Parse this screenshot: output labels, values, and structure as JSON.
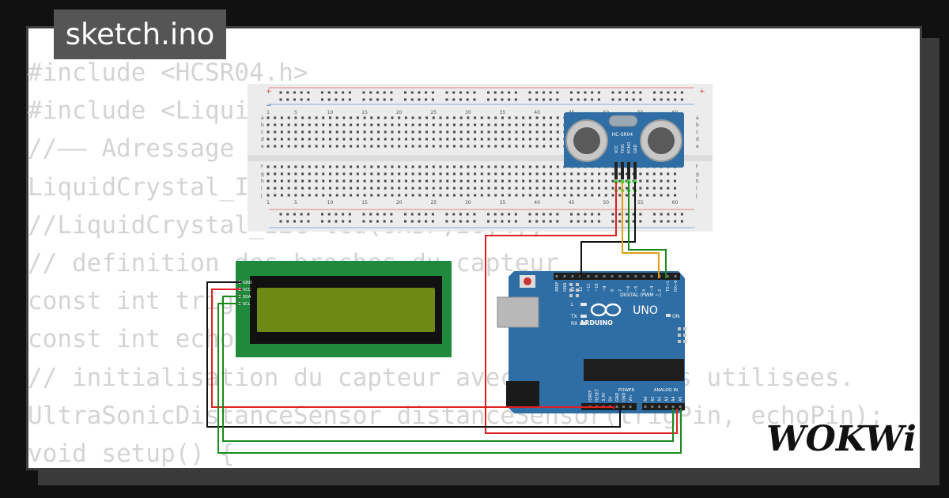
{
  "file_tab": {
    "title": "sketch.ino"
  },
  "code_lines": [
    "#include <HCSR04.h>",
    "#include <LiquidCrystal_I2C.h>",
    "//—— Adressage matériel ——",
    "LiquidCrystal_I2C lcd(0x27,16,2);",
    "//LiquidCrystal_I2C lcd(0x3F,20,4);",
    "// definition des broches du capteur",
    "const int trigPin = 2;",
    "const int echoPin = 3;",
    "// initialisation du capteur avec les broches utilisees.",
    "UltraSonicDistanceSensor distanceSensor(trigPin, echoPin);",
    "void setup() {"
  ],
  "breadboard": {
    "column_numbers": [
      "1",
      "5",
      "10",
      "15",
      "20",
      "25",
      "30",
      "35",
      "40",
      "45",
      "50",
      "55",
      "60"
    ],
    "row_letters_top": [
      "a",
      "b",
      "c",
      "d",
      "e"
    ],
    "row_letters_bottom": [
      "f",
      "g",
      "h",
      "i",
      "j"
    ],
    "rail_plus": "+",
    "rail_minus": "−"
  },
  "sensor": {
    "label": "HC-SR04",
    "pins": [
      "VCC",
      "TRIG",
      "ECHO",
      "GND"
    ]
  },
  "lcd": {
    "pins": [
      "GND",
      "VCC",
      "SDA",
      "SCL"
    ],
    "screen_color": "#6f8a14"
  },
  "arduino": {
    "brand": "ARDUINO",
    "model": "UNO",
    "digital_label": "DIGITAL (PWM ~)",
    "analog_label": "ANALOG IN",
    "power_label": "POWER",
    "on_label": "ON",
    "led_labels": [
      "L",
      "TX",
      "RX"
    ],
    "digital_pins": [
      "AREF",
      "GND",
      "13",
      "12",
      "~11",
      "~10",
      "~9",
      "8",
      "7",
      "~6",
      "~5",
      "4",
      "~3",
      "2",
      "TX→1",
      "RX←0"
    ],
    "power_pins": [
      "IOREF",
      "RESET",
      "3.3V",
      "5V",
      "GND",
      "GND",
      "Vin"
    ],
    "analog_pins": [
      "A0",
      "A1",
      "A2",
      "A3",
      "A4",
      "A5"
    ]
  },
  "logo": {
    "text": "WOKWi"
  },
  "colors": {
    "wire_red": "#e02020",
    "wire_black": "#111111",
    "wire_green": "#1a8a1a",
    "wire_orange": "#e0a010",
    "board_blue": "#2f6ea5",
    "lcd_green": "#1f8a3c"
  }
}
